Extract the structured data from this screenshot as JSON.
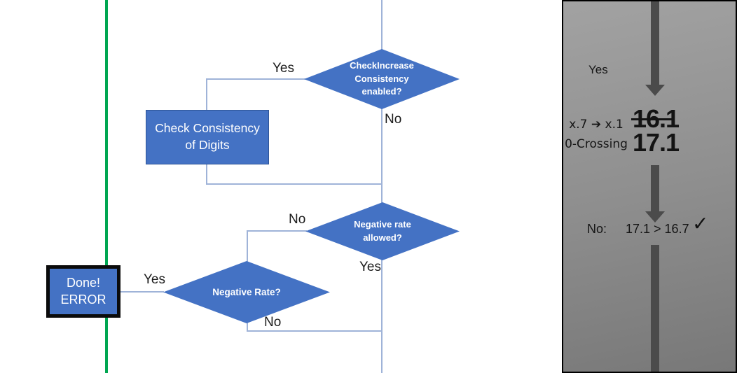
{
  "flowchart": {
    "decision_check_increase": {
      "line1": "CheckIncrease",
      "line2": "Consistency",
      "line3": "enabled?"
    },
    "process_check_digits": {
      "line1": "Check Consistency",
      "line2": "of Digits"
    },
    "decision_negative_allowed": {
      "line1": "Negative rate",
      "line2": "allowed?"
    },
    "decision_negative_rate": {
      "line1": "Negative Rate?"
    },
    "terminal_error": {
      "line1": "Done!",
      "line2": "ERROR"
    },
    "labels": {
      "check_increase_yes": "Yes",
      "check_increase_no": "No",
      "negative_allowed_no": "No",
      "negative_allowed_yes": "Yes",
      "negative_rate_yes": "Yes",
      "negative_rate_no": "No"
    }
  },
  "example_panel": {
    "branch_label": "Yes",
    "rule_line1": "x.7 ➔ x.1",
    "rule_line2": "0-Crossing",
    "value_old": "16.1",
    "value_new": "17.1",
    "result_label": "No:",
    "result_comparison": "17.1 > 16.7",
    "result_check": "✓"
  },
  "colors": {
    "shape_fill": "#4472C4",
    "shape_border": "#2F5597",
    "connector_blue": "#9FB3D8",
    "green_line": "#00A651",
    "arrow_gray": "#4B4B4B",
    "panel_gray_top": "#A2A2A2",
    "panel_gray_bottom": "#787878"
  }
}
